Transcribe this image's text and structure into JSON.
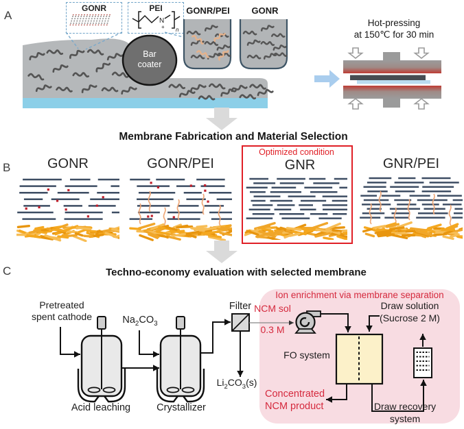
{
  "colors": {
    "accent_red": "#e01f26",
    "red_text": "#d5293d",
    "membrane_line": "#3d4d63",
    "red_dot": "#c01f2b",
    "mesh_orange": "#f0a020",
    "pei_thread": "#efa878",
    "film_gray": "#b5b8ba",
    "substrate_blue": "#8ccfe8",
    "pink_panel": "#f8dce2",
    "fo_fill": "#fcf1c9",
    "squiggle_gray": "#545454",
    "beaker_orange": "#e4b28c",
    "pointer_blue": "#79a9cb"
  },
  "panel_a": {
    "label": "A",
    "inset_gonr_label": "GONR",
    "inset_pei_label": "PEI",
    "beaker1_label": "GONR/PEI",
    "beaker2_label": "GONR",
    "bar_coater_line1": "Bar",
    "bar_coater_line2": "coater",
    "hot_press_line1": "Hot-pressing",
    "hot_press_line2": "at 150℃ for 30 min"
  },
  "section_titles": {
    "fabrication": "Membrane Fabrication and Material Selection",
    "techno": "Techno-economy evaluation with selected membrane"
  },
  "panel_b": {
    "label": "B",
    "optimized_caption": "Optimized condition",
    "membranes": [
      {
        "label": "GONR",
        "dots": true,
        "squiggles": false,
        "dense": false,
        "optimized": false
      },
      {
        "label": "GONR/PEI",
        "dots": true,
        "squiggles": true,
        "dense": false,
        "optimized": false
      },
      {
        "label": "GNR",
        "dots": false,
        "squiggles": false,
        "dense": true,
        "optimized": true
      },
      {
        "label": "GNR/PEI",
        "dots": false,
        "squiggles": true,
        "dense": true,
        "optimized": false
      }
    ]
  },
  "panel_c": {
    "label": "C",
    "pretreated_line1": "Pretreated",
    "pretreated_line2": "spent cathode",
    "na2co3_html": "Na<sub>2</sub>CO<sub>3</sub>",
    "acid_leaching_label": "Acid leaching",
    "crystallizer_label": "Crystallizer",
    "filter_label": "Filter",
    "li2co3_html": "Li<sub>2</sub>CO<sub>3</sub>(s)",
    "ion_enrichment_caption": "Ion enrichment via membrane separation",
    "ncm_sol": "NCM sol",
    "ncm_conc": "0.3 M",
    "fo_system_label": "FO system",
    "draw_solution_line1": "Draw solution",
    "draw_solution_line2": "(Sucrose 2 M)",
    "concentrated_line1": "Concentrated",
    "concentrated_line2": "NCM product",
    "draw_recovery_line1": "Draw recovery",
    "draw_recovery_line2": "system"
  }
}
